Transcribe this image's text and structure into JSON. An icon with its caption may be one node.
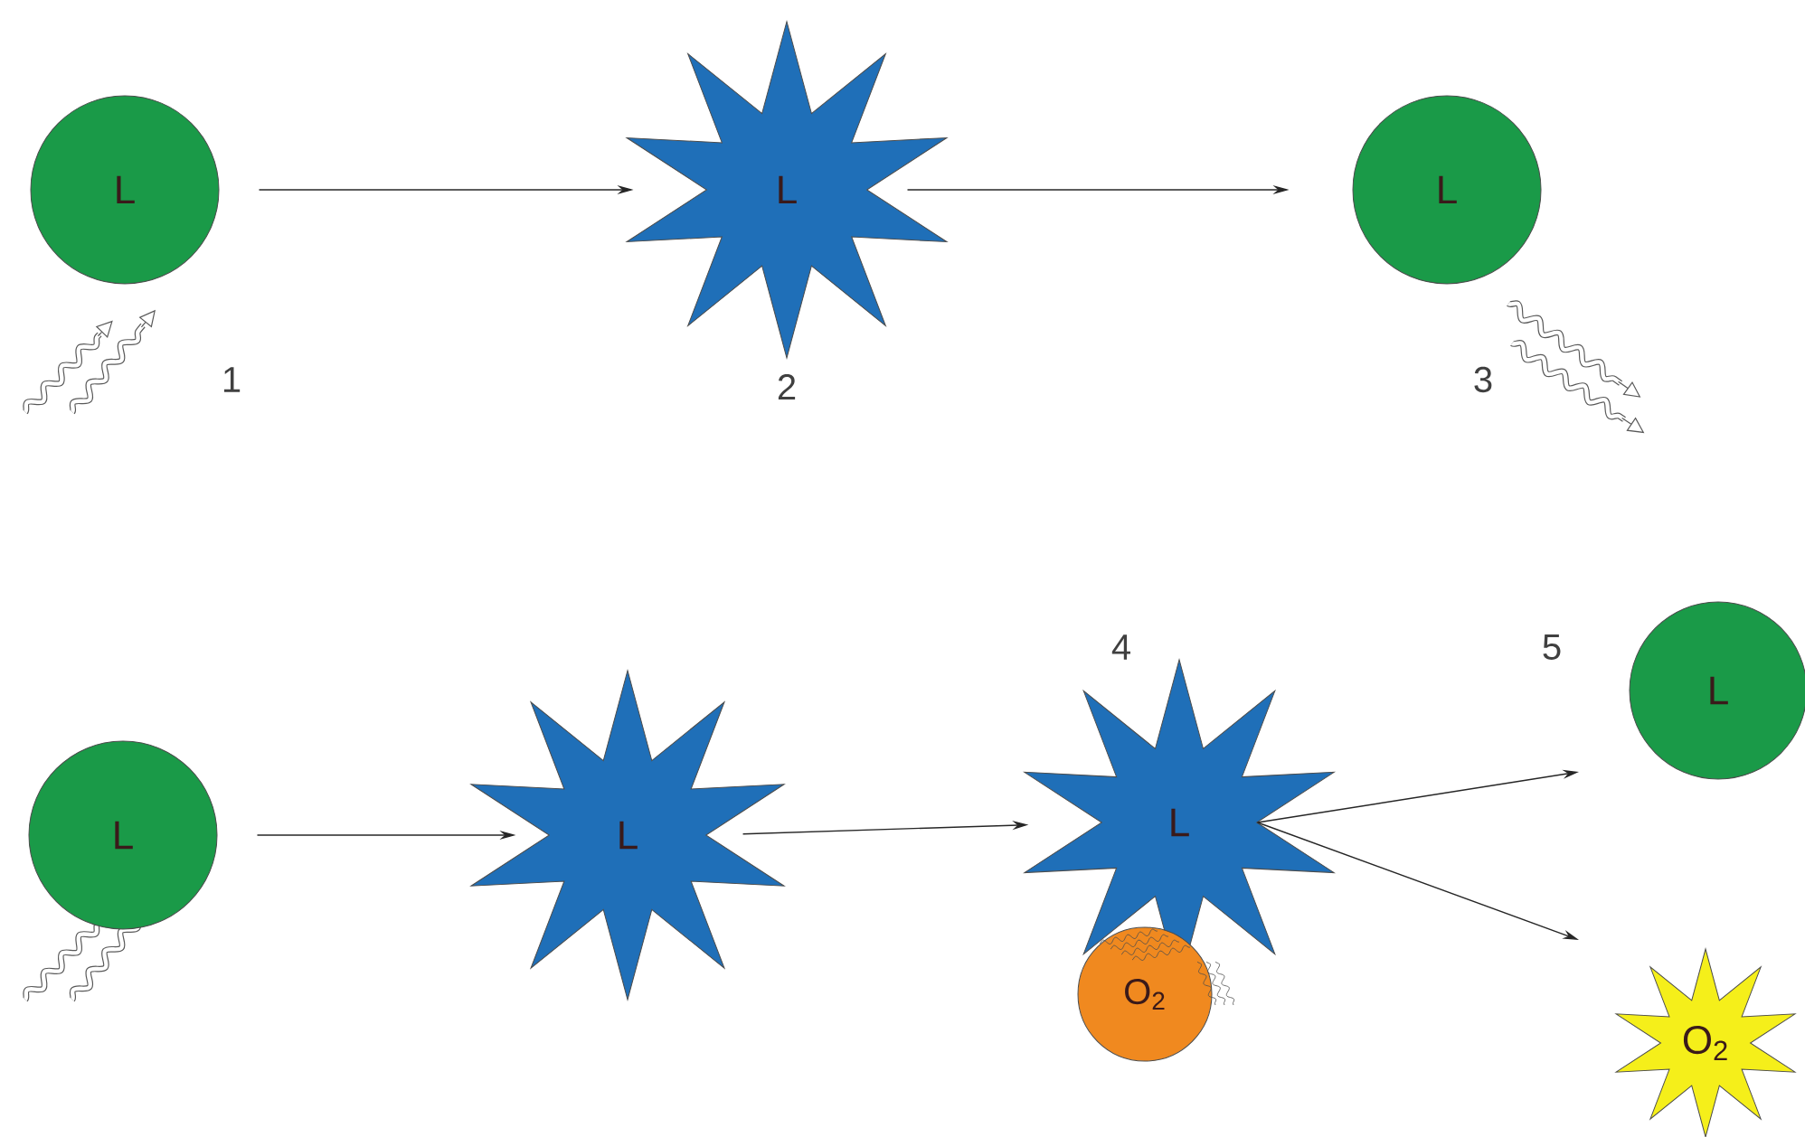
{
  "diagram": {
    "nodes": [
      {
        "text": [
          "L"
        ]
      },
      {
        "text": [
          "L"
        ]
      },
      {
        "text": [
          "L"
        ]
      },
      {
        "text": [
          "L"
        ]
      },
      {
        "text": [
          "L"
        ]
      },
      {
        "text": [
          "L"
        ]
      },
      {
        "text": [
          "O$_{2}$"
        ]
      },
      {
        "text": [
          "L"
        ]
      },
      {
        "text": [
          "O$_{2}$"
        ]
      }
    ],
    "edges": [
      {
        "from": 0,
        "to": 1,
        "arrow": "to"
      },
      {
        "from": 1,
        "to": 2,
        "arrow": "to"
      },
      {
        "from": 3,
        "to": 4,
        "arrow": "to"
      },
      {
        "from": 4,
        "to": 5,
        "arrow": "to"
      },
      {
        "from": 5,
        "to": 7,
        "arrow": "to"
      },
      {
        "from": 5,
        "to": 8,
        "arrow": "to"
      }
    ],
    "labels": [
      "1",
      "2",
      "3",
      "4",
      "5"
    ]
  }
}
